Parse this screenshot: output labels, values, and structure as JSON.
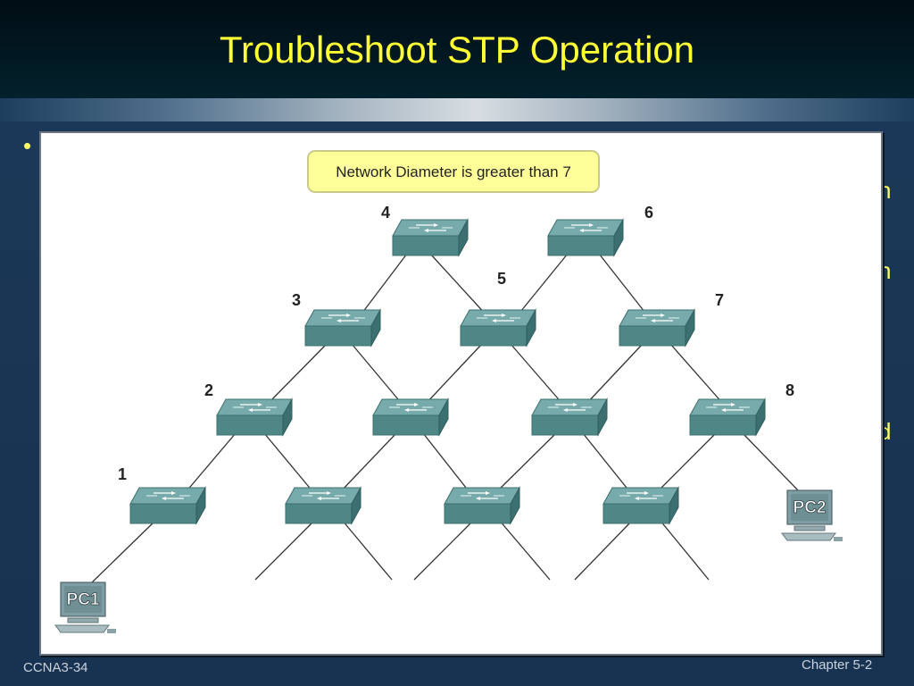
{
  "slide": {
    "title": "Troubleshoot STP Operation",
    "bullet": "•",
    "peek_fragments": [
      "n",
      "n",
      "d"
    ],
    "footer_left": "CCNA3-34",
    "footer_right": "Chapter 5-2"
  },
  "diagram": {
    "callout": "Network Diameter is greater than 7",
    "switch_labels": [
      "1",
      "2",
      "3",
      "4",
      "5",
      "6",
      "7",
      "8"
    ],
    "pc_labels": [
      "PC1",
      "PC2"
    ],
    "colors": {
      "title_text": "#ffff33",
      "callout_fill": "#ffff99",
      "switch_face": "#4f8a8a",
      "switch_top": "#74a9a9"
    }
  }
}
